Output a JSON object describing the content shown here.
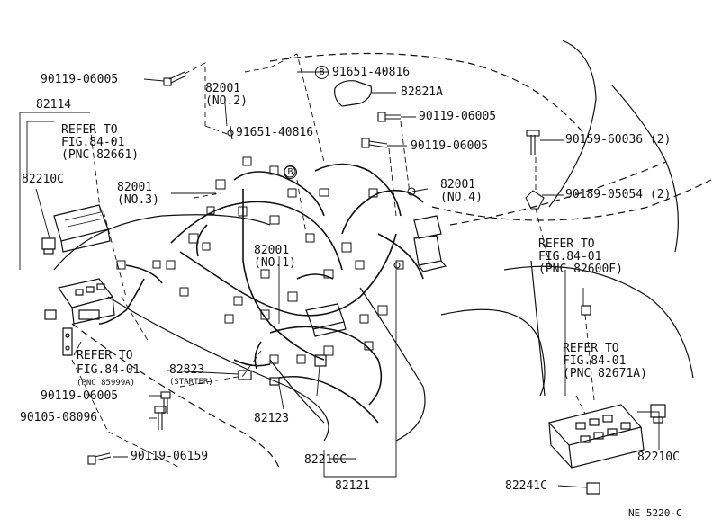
{
  "figure_code": "NE 5220-C",
  "labels": {
    "p90119_06005_a": "90119-06005",
    "p82114": "82114",
    "refer_a_l1": "REFER TO",
    "refer_a_l2": "FIG.84-01",
    "refer_a_l3": "(PNC 82661)",
    "p82210c_a": "82210C",
    "p82001_no2_l1": "82001",
    "p82001_no2_l2": "(NO.2)",
    "p82001_no3_l1": "82001",
    "p82001_no3_l2": "(NO.3)",
    "p91651_40816_a": "91651-40816",
    "p91651_40816_b_marker": "B",
    "p91651_40816_b": "91651-40816",
    "p82821a": "82821A",
    "p90119_06005_b": "90119-06005",
    "p90119_06005_c": "90119-06005",
    "p90159_60036": "90159-60036 (2)",
    "p90189_05054": "90189-05054 (2)",
    "p82001_no4_l1": "82001",
    "p82001_no4_l2": "(NO.4)",
    "p82001_no1_l1": "82001",
    "p82001_no1_l2": "(NO.1)",
    "refer_b_l1": "REFER TO",
    "refer_b_l2": "FIG.84-01",
    "refer_b_l3": "(PNC 82600F)",
    "refer_c_l1": "REFER TO",
    "refer_c_l2": "FIG.84-01",
    "refer_c_l3": "(PNC 85999A)",
    "p90119_06005_d": "90119-06005",
    "p82823": "82823",
    "p82823_note": "(STARTER)",
    "p90105_08096": "90105-08096",
    "p82123": "82123",
    "refer_d_l1": "REFER TO",
    "refer_d_l2": "FIG.84-01",
    "refer_d_l3": "(PNC 82671A)",
    "p90119_06159": "90119-06159",
    "p82210c_b": "82210C",
    "p82210c_c": "82210C",
    "p82121": "82121",
    "p82241c": "82241C",
    "marker_b": "B"
  }
}
